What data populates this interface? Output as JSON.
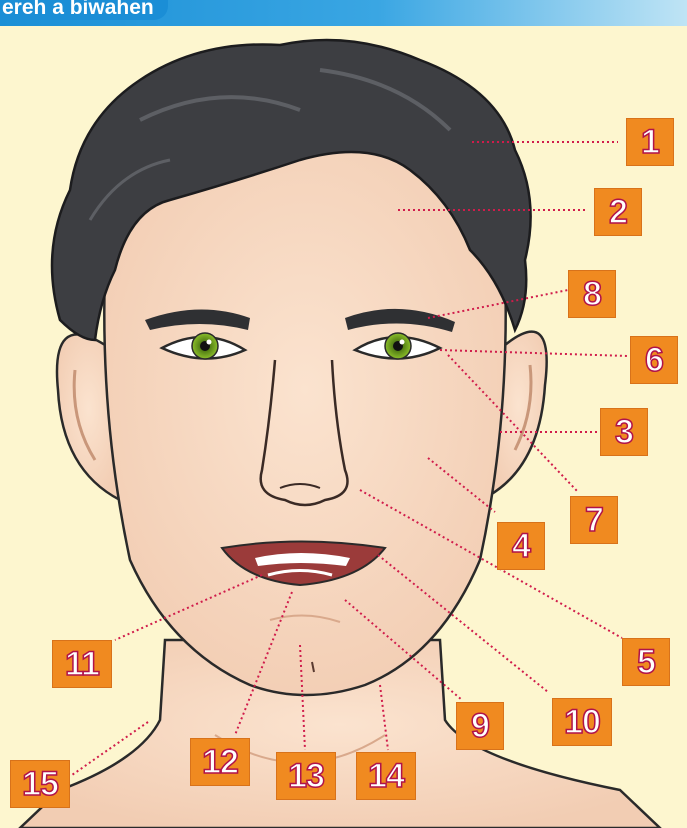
{
  "header": {
    "title": "ereh a biwahen"
  },
  "labels": [
    "1",
    "2",
    "3",
    "4",
    "5",
    "6",
    "7",
    "8",
    "9",
    "10",
    "11",
    "12",
    "13",
    "14",
    "15"
  ],
  "colors": {
    "title_bar": "#1b8ed6",
    "background": "#fdf6cf",
    "badge_fill": "#f08a20",
    "badge_text_outline": "#b0134a",
    "leader_line": "#d01c4b",
    "hair": "#3c3d40",
    "skin": "#f9dcc4",
    "iris": "#6a9a1e"
  },
  "icons": {
    "badge": "number-badge",
    "face": "face-illustration"
  }
}
